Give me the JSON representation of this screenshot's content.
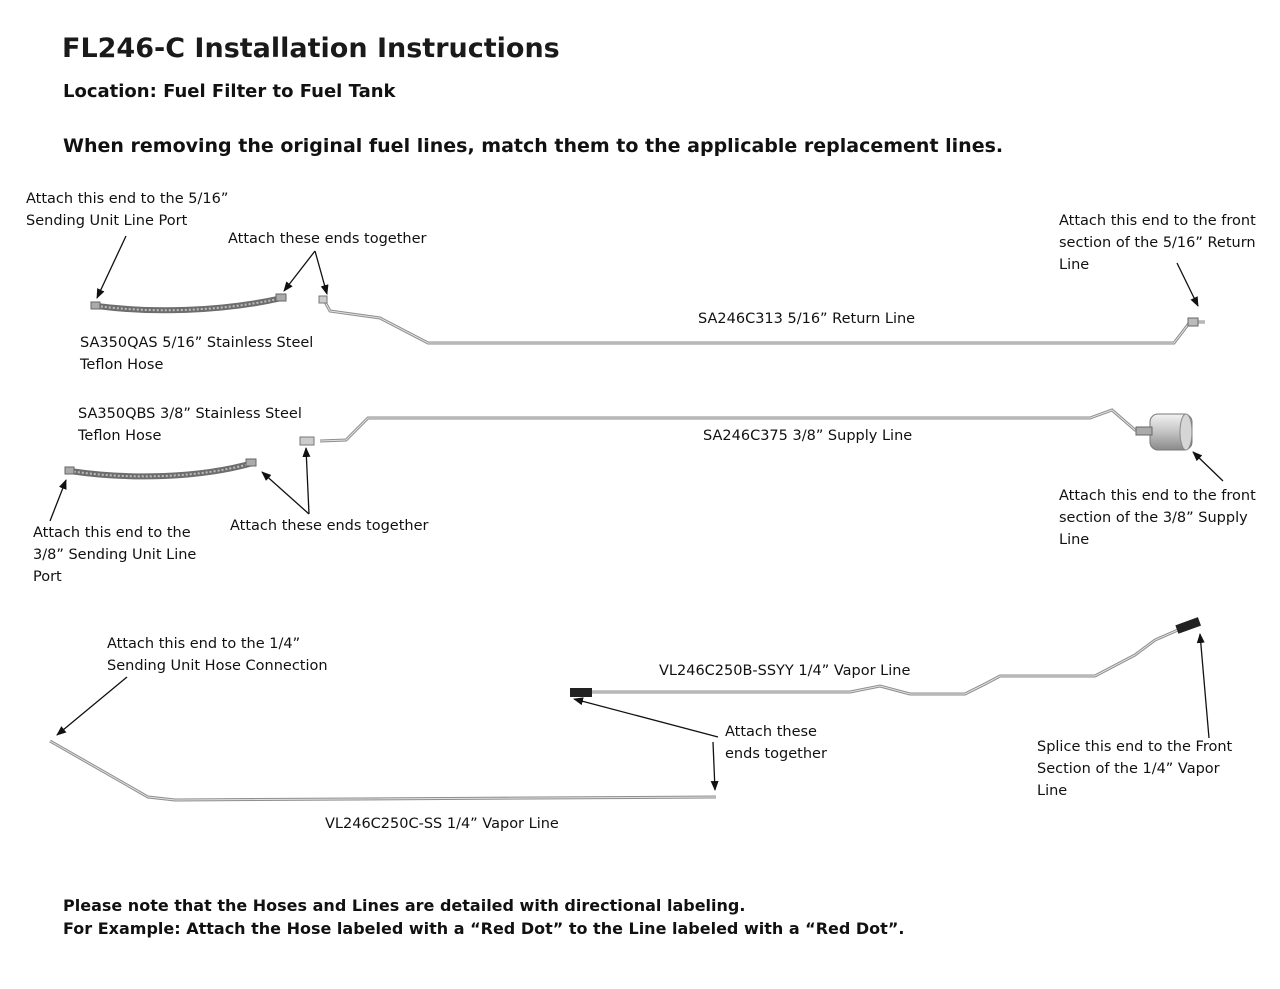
{
  "header": {
    "title": "FL246-C Installation Instructions",
    "location": "Location: Fuel Filter to Fuel Tank",
    "instruction": "When removing the original fuel lines, match them to the applicable replacement lines."
  },
  "labels": {
    "attach_5_16_sending": "Attach this end to the 5/16”\nSending Unit Line Port",
    "attach_together_1": "Attach  these ends together",
    "attach_front_return": "Attach this end to the front\nsection of the 5/16” Return\nLine",
    "return_line": "SA246C313 5/16” Return Line",
    "hose_5_16": "SA350QAS 5/16” Stainless Steel\nTeflon Hose",
    "hose_3_8": "SA350QBS 3/8” Stainless Steel\nTeflon Hose",
    "supply_line": "SA246C375 3/8” Supply Line",
    "attach_3_8_sending": "Attach this end to the\n3/8” Sending Unit Line\nPort",
    "attach_together_2": "Attach these ends together",
    "attach_front_supply": "Attach this end to the front\nsection of the 3/8” Supply\nLine",
    "attach_1_4_sending": "Attach this end to the  1/4”\nSending Unit Hose Connection",
    "vapor_b": "VL246C250B-SSYY 1/4” Vapor Line",
    "attach_together_3": "Attach these\nends together",
    "splice_front": "Splice this end to the Front\nSection of the 1/4” Vapor\nLine",
    "vapor_c": "VL246C250C-SS 1/4” Vapor Line"
  },
  "footer": {
    "note1": "Please note that the Hoses and Lines are detailed with directional labeling.",
    "note2": "For Example: Attach the Hose labeled with a “Red Dot” to the Line labeled with a “Red Dot”."
  }
}
